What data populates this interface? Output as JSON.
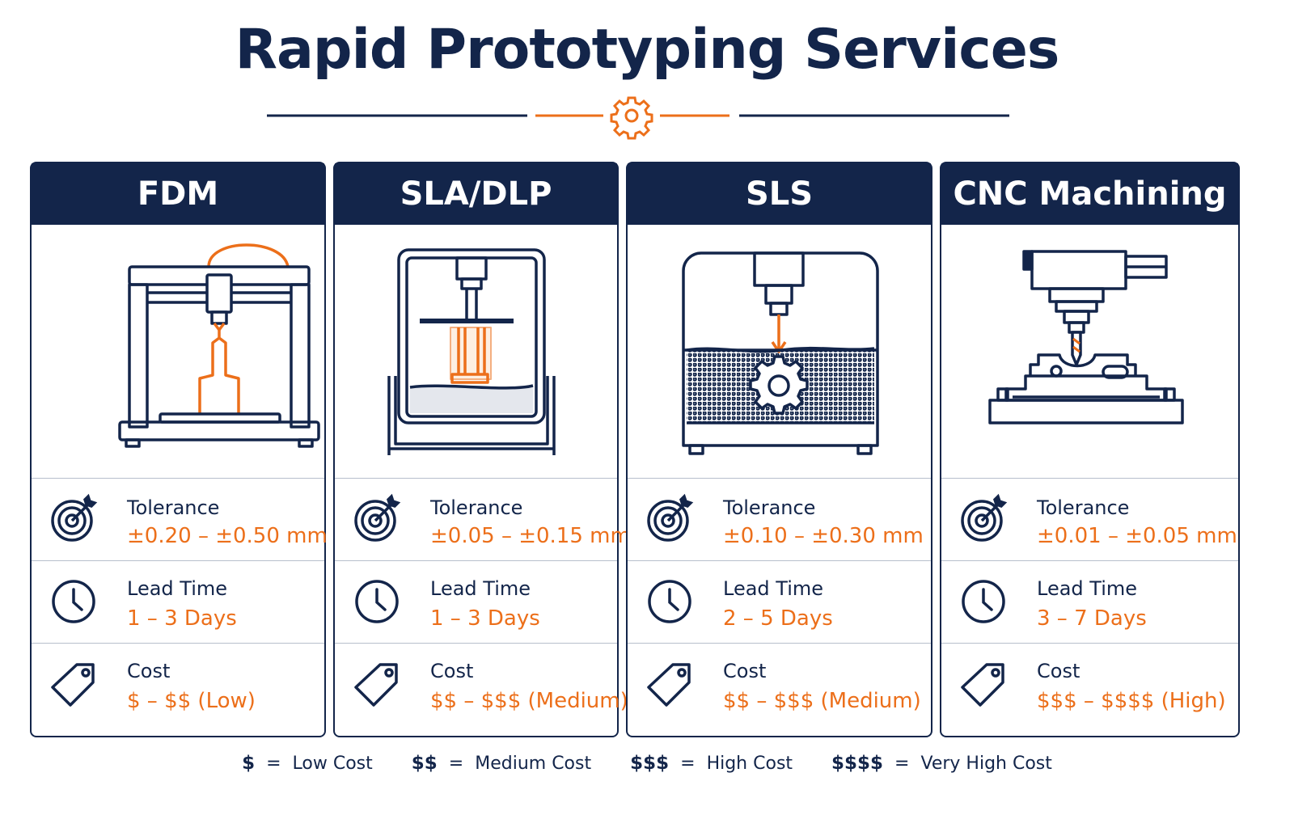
{
  "title": "Rapid Prototyping Services",
  "colors": {
    "navy": "#13254a",
    "accent": "#ec6f1a",
    "rule": "#b7bfcc"
  },
  "labels": {
    "tolerance": "Tolerance",
    "lead_time": "Lead Time",
    "cost": "Cost"
  },
  "services": [
    {
      "name": "FDM",
      "illustration": "fdm-printer-icon",
      "tolerance": "±0.20 – ±0.50 mm",
      "lead_time": "1 – 3 Days",
      "cost": "$ – $$ (Low)"
    },
    {
      "name": "SLA/DLP",
      "illustration": "sla-resin-printer-icon",
      "tolerance": "±0.05 – ±0.15 mm",
      "lead_time": "1 – 3 Days",
      "cost": "$$ – $$$ (Medium)"
    },
    {
      "name": "SLS",
      "illustration": "sls-powder-bed-icon",
      "tolerance": "±0.10 – ±0.30 mm",
      "lead_time": "2 – 5 Days",
      "cost": "$$ – $$$ (Medium)"
    },
    {
      "name": "CNC Machining",
      "illustration": "cnc-mill-icon",
      "tolerance": "±0.01 – ±0.05 mm",
      "lead_time": "3 – 7 Days",
      "cost": "$$$ – $$$$ (High)"
    }
  ],
  "legend": [
    {
      "symbol": "$",
      "meaning": "Low Cost"
    },
    {
      "symbol": "$$",
      "meaning": "Medium Cost"
    },
    {
      "symbol": "$$$",
      "meaning": "High Cost"
    },
    {
      "symbol": "$$$$",
      "meaning": "Very High Cost"
    }
  ],
  "icons": {
    "tolerance": "target-icon",
    "lead_time": "clock-icon",
    "cost": "price-tag-icon",
    "divider": "gear-icon"
  }
}
